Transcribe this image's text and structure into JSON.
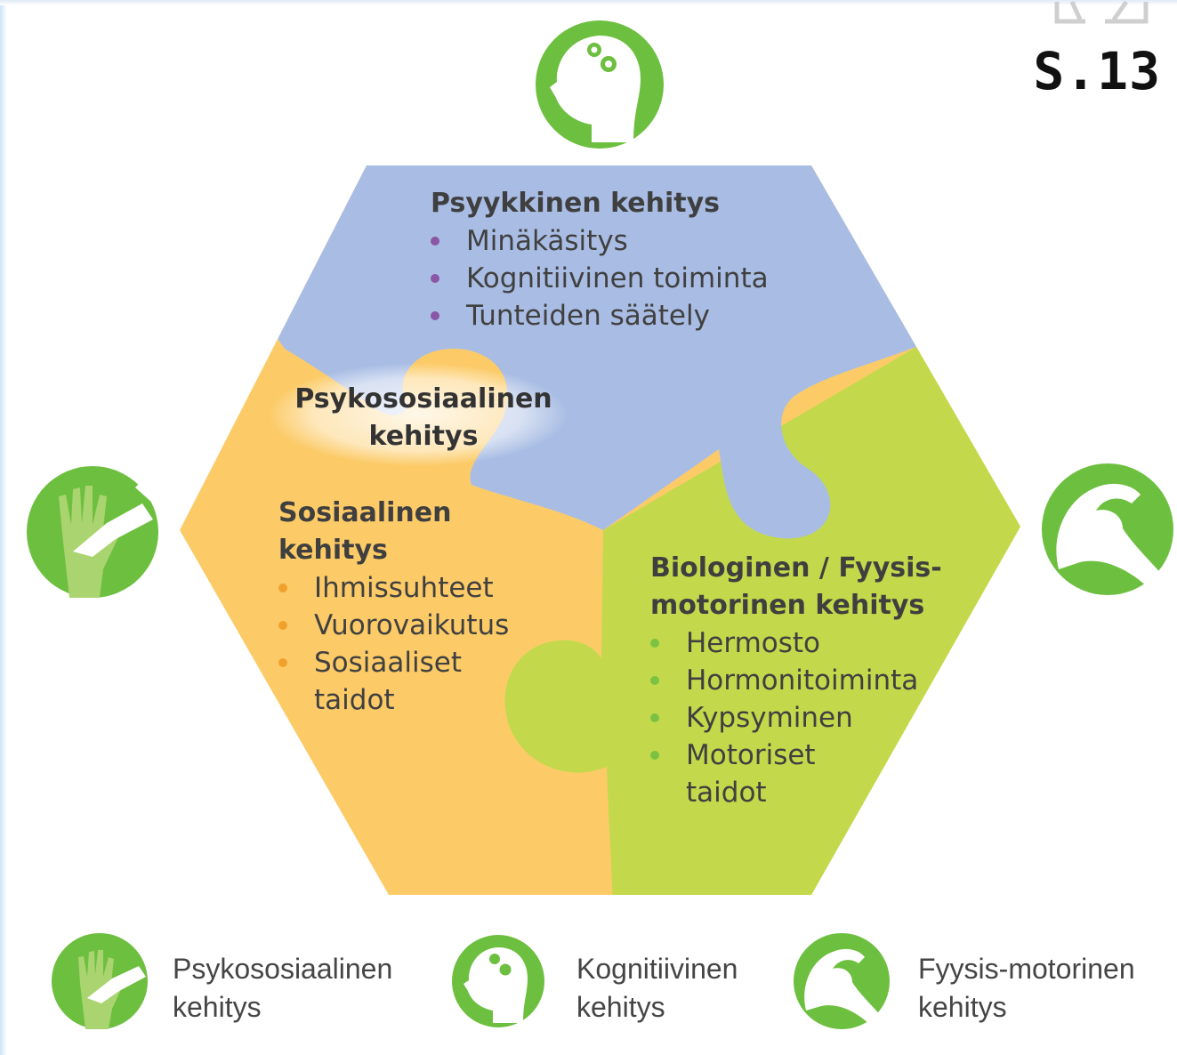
{
  "page_label": "S.13",
  "colors": {
    "psychological": "#a9bde4",
    "social": "#fccb68",
    "biological": "#c3d94b",
    "icon_green": "#6dbf3f",
    "bullet_purple": "#8a56a5",
    "bullet_orange": "#f0a12c",
    "bullet_green": "#7cc242"
  },
  "center": {
    "line1": "Psykososiaalinen",
    "line2": "kehitys"
  },
  "regions": {
    "psychological": {
      "title": "Psyykkinen kehitys",
      "items": [
        "Minäkäsitys",
        "Kognitiivinen toiminta",
        "Tunteiden säätely"
      ]
    },
    "social": {
      "title_line1": "Sosiaalinen",
      "title_line2": "kehitys",
      "items": [
        "Ihmissuhteet",
        "Vuorovaikutus",
        "Sosiaaliset",
        "taidot"
      ]
    },
    "biological": {
      "title_line1": "Biologinen / Fyysis-",
      "title_line2": "motorinen kehitys",
      "items": [
        "Hermosto",
        "Hormonitoiminta",
        "Kypsyminen",
        "Motoriset",
        "taidot"
      ]
    }
  },
  "icons": {
    "top": "head-gears-icon",
    "left": "hands-icon",
    "right": "flexed-arm-icon"
  },
  "legend": [
    {
      "icon": "hands-icon",
      "line1": "Psykososiaalinen",
      "line2": "kehitys"
    },
    {
      "icon": "head-gears-icon",
      "line1": "Kognitiivinen",
      "line2": "kehitys"
    },
    {
      "icon": "flexed-arm-icon",
      "line1": "Fyysis-motorinen",
      "line2": "kehitys"
    }
  ]
}
